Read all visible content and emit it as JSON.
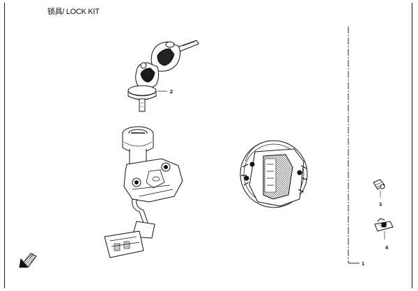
{
  "page": {
    "title": "锁具/ LOCK KIT"
  },
  "callouts": {
    "kit": "1",
    "key_lock": "2",
    "screw": "3",
    "clip": "4"
  },
  "icons": {
    "front_arrow": "front-direction-arrow-icon"
  }
}
